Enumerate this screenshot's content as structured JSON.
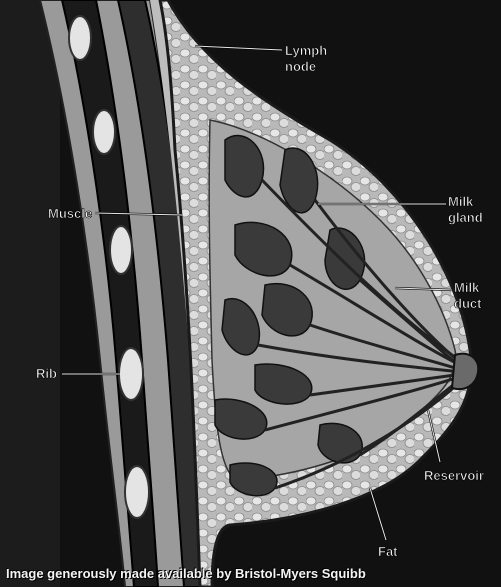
{
  "labels": {
    "lymph_node": [
      "Lymph",
      "node"
    ],
    "muscle": "Muscle",
    "milk_gland": [
      "Milk",
      "gland"
    ],
    "milk_duct": [
      "Milk",
      "duct"
    ],
    "rib": "Rib",
    "reservoir": "Reservoir",
    "fat": "Fat"
  },
  "caption": "Image generously made available by Bristol-Myers Squibb"
}
